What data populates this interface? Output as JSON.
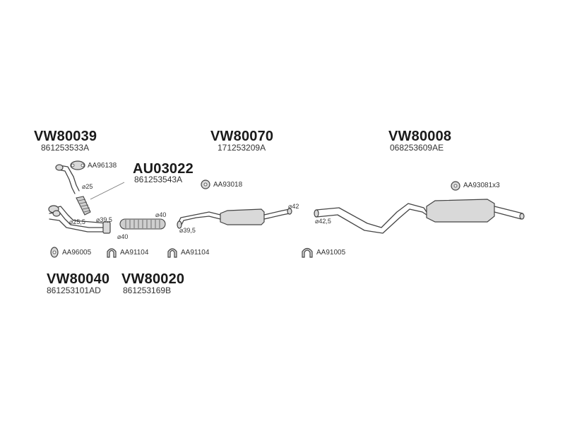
{
  "parts": [
    {
      "code": "VW80039",
      "oe": "861253533A"
    },
    {
      "code": "VW80070",
      "oe": "171253209A"
    },
    {
      "code": "VW80008",
      "oe": "068253609AE"
    },
    {
      "code": "AU03022",
      "oe": "861253543A"
    },
    {
      "code": "VW80040",
      "oe": "861253101AD"
    },
    {
      "code": "VW80020",
      "oe": "861253169B"
    }
  ],
  "accessories": {
    "gasket_top": "AA96138",
    "clamp_mid": "AA93018",
    "hanger_rear": "AA93081x3",
    "gasket_manifold": "AA96005",
    "clamp_1": "AA91104",
    "clamp_2": "AA91104",
    "clamp_3": "AA91005"
  },
  "diameters": {
    "d25_top": "⌀25",
    "d395_left": "⌀39,5",
    "d255": "⌀25,5",
    "d40_a": "⌀40",
    "d40_b": "⌀40",
    "d395_mid": "⌀39,5",
    "d42": "⌀42",
    "d425": "⌀42,5"
  }
}
